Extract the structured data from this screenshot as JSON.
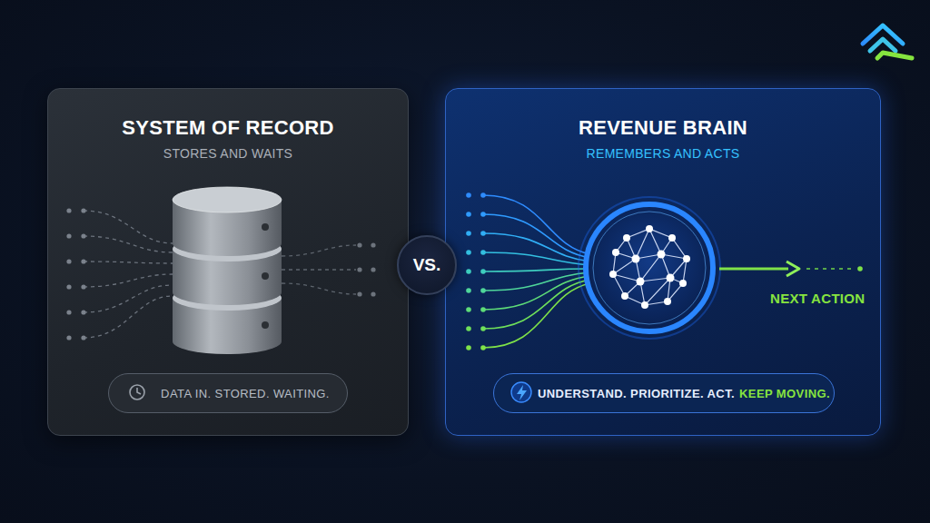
{
  "diagram": {
    "nodes": [
      {
        "text": [
          "SYSTEM OF RECORD",
          "STORES AND WAITS"
        ]
      },
      {
        "text": [
          "DATA IN. STORED. WAITING."
        ],
        "in": 0
      },
      {
        "text": [
          "VS."
        ]
      },
      {
        "text": [
          "REVENUE BRAIN",
          "REMEMBERS AND ACTS"
        ]
      },
      {
        "text": [
          "UNDERSTAND. PRIORITIZE. ACT.",
          "KEEP MOVING."
        ],
        "in": 3
      }
    ],
    "labels": [
      "NEXT ACTION"
    ]
  }
}
